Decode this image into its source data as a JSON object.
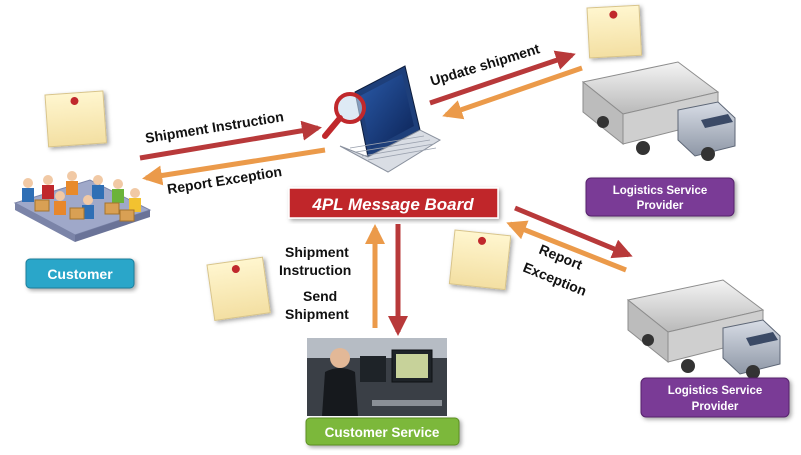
{
  "hub": {
    "label": "4PL Message Board",
    "color": "#c0282c"
  },
  "nodes": {
    "customer": {
      "label": "Customer",
      "color": "#2aa6c9"
    },
    "customer_service": {
      "label": "Customer Service",
      "color": "#7cb83a"
    },
    "lsp_top": {
      "label_line1": "Logistics Service",
      "label_line2": "Provider",
      "color": "#7a3a96"
    },
    "lsp_bottom": {
      "label_line1": "Logistics Service",
      "label_line2": "Provider",
      "color": "#7a3a96"
    }
  },
  "edges": {
    "shipment_instruction": "Shipment Instruction",
    "report_exception": "Report  Exception",
    "update_shipment": "Update shipment",
    "cs_line1": "Shipment",
    "cs_line2": "Instruction",
    "cs_line3": "Send",
    "cs_line4": "Shipment",
    "lsp_report_line1": "Report",
    "lsp_report_line2": "Exception"
  },
  "arrow_colors": {
    "red": "#b8393a",
    "orange": "#eb9a4a"
  }
}
